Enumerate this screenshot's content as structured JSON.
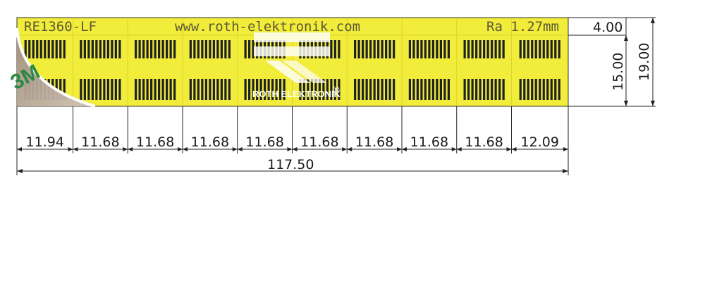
{
  "board": {
    "part_number": "RE1360-LF",
    "website": "www.roth-elektronik.com",
    "pitch_label": "Ra 1.27mm",
    "logo_text": "ROTH ELEKTRONIK",
    "logo_mark": "®",
    "film_brand": "3M",
    "board_color": "#f2ec3a",
    "pad_color": "#1e2224",
    "module_count": 10
  },
  "dimensions": {
    "segments": [
      "11.94",
      "11.68",
      "11.68",
      "11.68",
      "11.68",
      "11.68",
      "11.68",
      "11.68",
      "11.68",
      "12.09"
    ],
    "total_width": "117.50",
    "right_top": "4.00",
    "right_middle": "15.00",
    "right_total": "19.00"
  }
}
